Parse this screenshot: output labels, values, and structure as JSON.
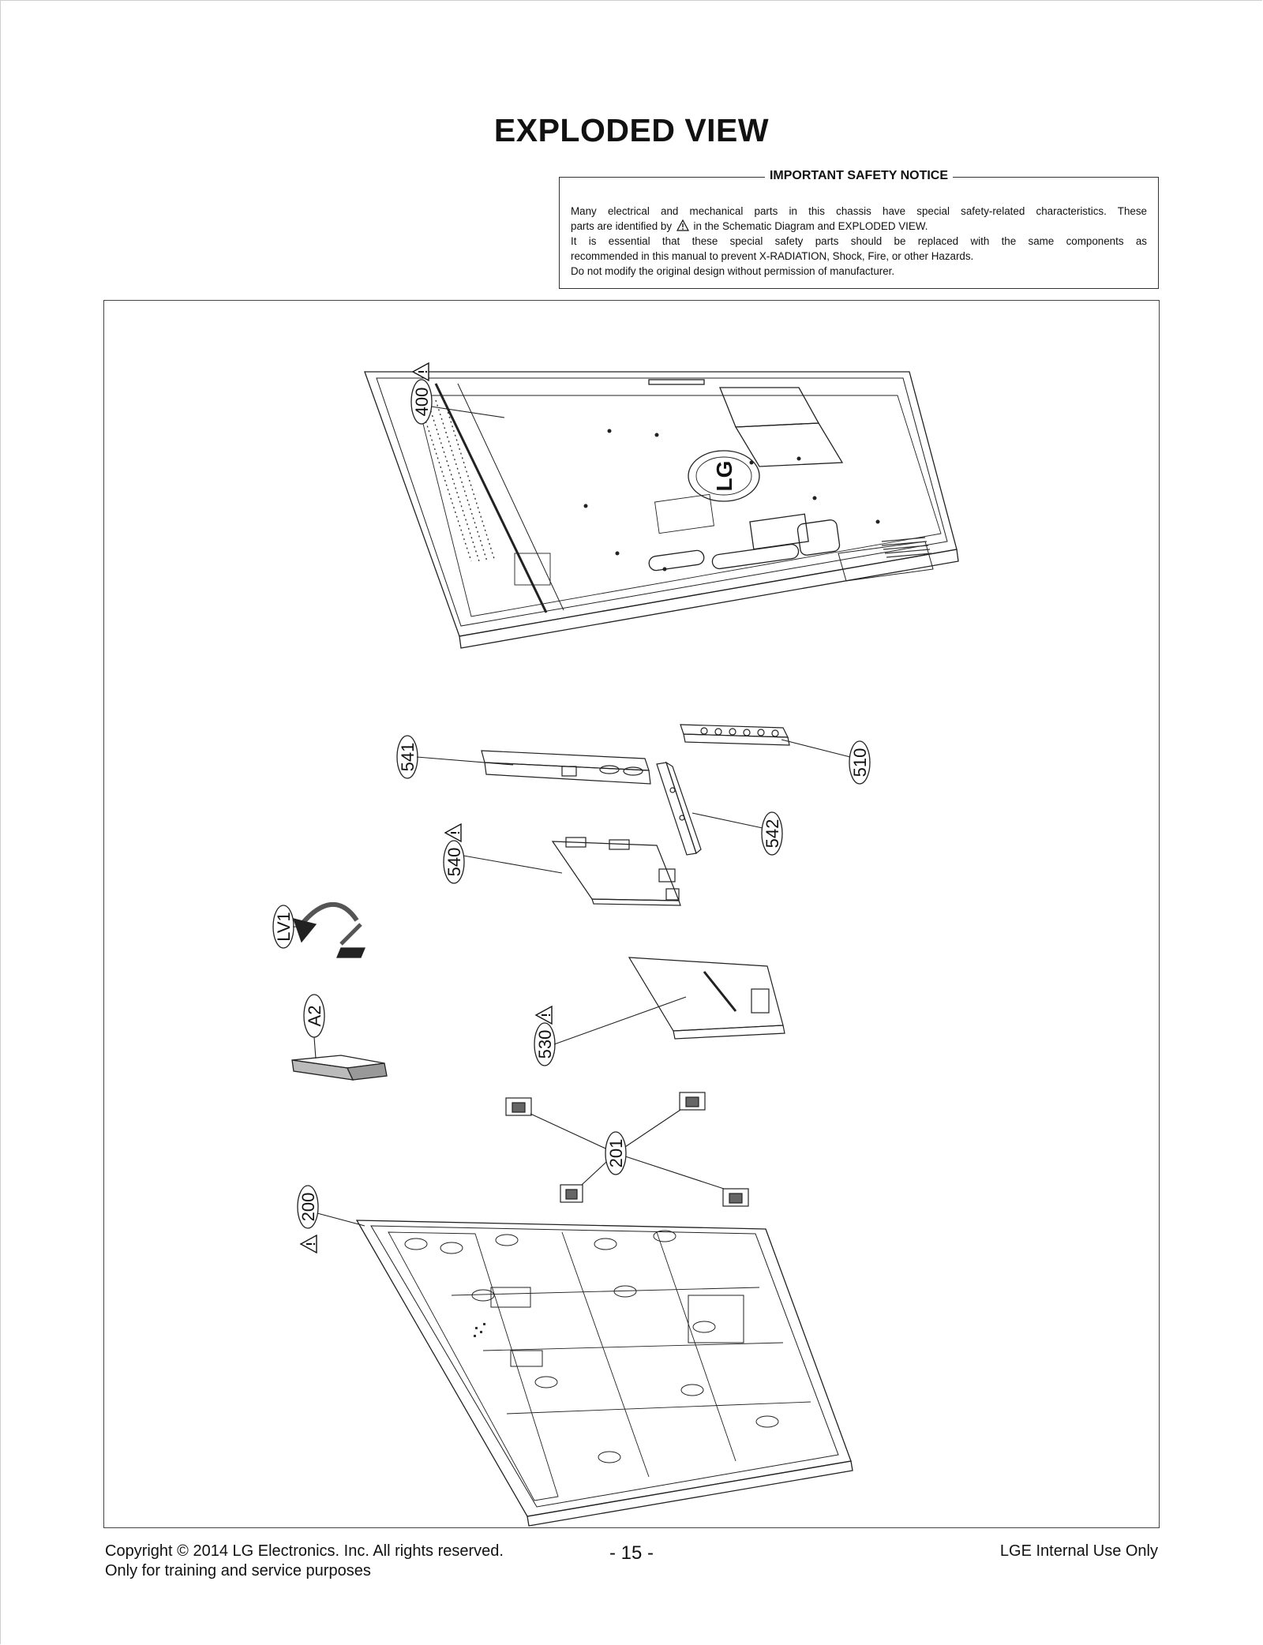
{
  "page": {
    "title": "EXPLODED VIEW"
  },
  "notice": {
    "title": "IMPORTANT SAFETY NOTICE",
    "line1": "Many electrical and mechanical parts in this chassis have special safety-related characteristics. These",
    "line2_before": "parts are identified by",
    "line2_after": "in the Schematic Diagram and EXPLODED VIEW.",
    "line3": "It is essential that these special safety parts should be replaced with the same components as",
    "line4": "recommended in this manual to prevent X-RADIATION, Shock, Fire, or other Hazards.",
    "line5": "Do not modify the original design without permission of manufacturer."
  },
  "diagram": {
    "brand_logo_text": "LG",
    "callouts": {
      "c400": "400",
      "c541": "541",
      "c510": "510",
      "c542": "542",
      "c540": "540",
      "cLV1": "LV1",
      "cA2": "A2",
      "c530": "530",
      "c201": "201",
      "c200": "200"
    },
    "safety_marked_parts": [
      "400",
      "540",
      "530",
      "200"
    ]
  },
  "footer": {
    "copyright": "Copyright  © 2014  LG Electronics. Inc. All rights reserved.",
    "purpose": "Only for training and service purposes",
    "page_number": "- 15 -",
    "internal": "LGE Internal Use Only"
  }
}
